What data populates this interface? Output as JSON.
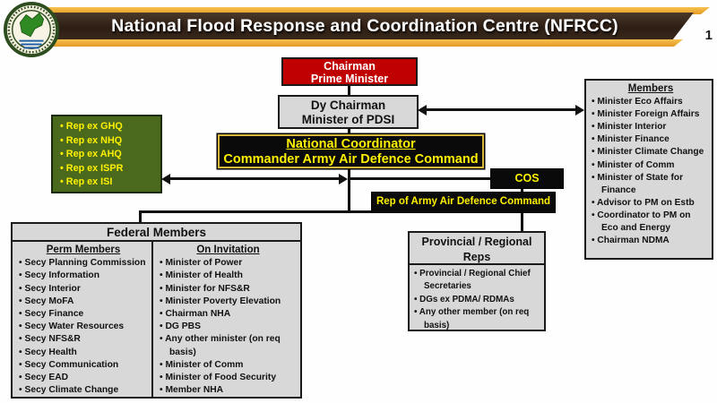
{
  "banner": {
    "title": "National Flood Response and Coordination Centre (NFRCC)",
    "page_number": "1",
    "logo_icon": "nfrcc-pakistan-emblem"
  },
  "org": {
    "chairman": {
      "line1": "Chairman",
      "line2": "Prime Minister"
    },
    "dy_chairman": {
      "line1": "Dy Chairman",
      "line2": "Minister of PDSI"
    },
    "national_coordinator": {
      "line1": "National Coordinator",
      "line2": "Commander Army Air Defence Command"
    },
    "military_reps": {
      "items": [
        "Rep ex GHQ",
        "Rep ex NHQ",
        "Rep ex AHQ",
        "Rep ex ISPR",
        "Rep ex ISI"
      ]
    },
    "members": {
      "title": "Members",
      "items": [
        "Minister Eco Affairs",
        "Minister Foreign Affairs",
        "Minister Interior",
        "Minister Finance",
        "Minister Climate Change",
        "Minister of Comm",
        "Minister of State for Finance",
        "Advisor to PM on Estb",
        "Coordinator to PM on Eco and Energy",
        "Chairman NDMA"
      ]
    },
    "cos": {
      "label": "COS"
    },
    "rep_aadc": {
      "label": "Rep of Army Air Defence Command"
    },
    "federal_members": {
      "title": "Federal Members",
      "perm": {
        "title": "Perm Members",
        "items": [
          "Secy Planning Commission",
          "Secy Information",
          "Secy Interior",
          "Secy MoFA",
          "Secy Finance",
          "Secy Water Resources",
          "Secy NFS&R",
          "Secy Health",
          "Secy Communication",
          "Secy EAD",
          "Secy Climate Change"
        ]
      },
      "on_invitation": {
        "title": "On Invitation",
        "items": [
          "Minister of Power",
          "Minister of Health",
          "Minister for NFS&R",
          "Minister Poverty Elevation",
          "Chairman NHA",
          "DG PBS",
          "Any other minister (on req basis)",
          "Minister of Comm",
          "Minister of Food Security",
          "Member NHA"
        ]
      }
    },
    "provincial": {
      "title": "Provincial / Regional Reps",
      "items": [
        "Provincial / Regional Chief Secretaries",
        "DGs ex PDMA/ RDMAs",
        "Any other member (on req basis)"
      ]
    }
  },
  "colors": {
    "chairman_red": "#c00000",
    "box_gray": "#d8d8d8",
    "box_black": "#0a0a0a",
    "text_yellow": "#fdf000",
    "military_green": "#4a691d",
    "banner_brown": "#352518",
    "banner_gold": "#eca62f",
    "nc_border_gold": "#d8b83c"
  }
}
